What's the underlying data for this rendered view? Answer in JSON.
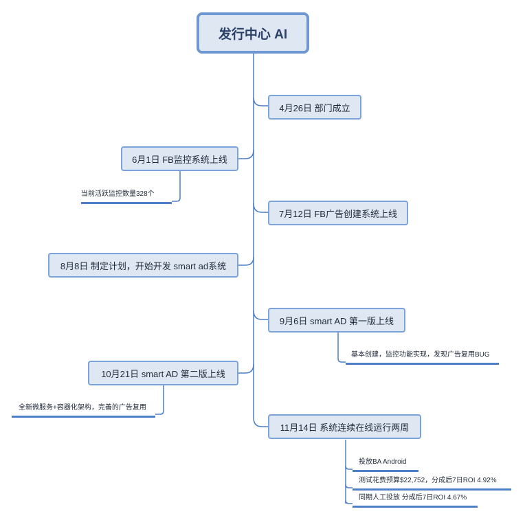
{
  "root": {
    "title": "发行中心 AI"
  },
  "milestones": [
    {
      "label": "4月26日 部门成立"
    },
    {
      "label": "6月1日 FB监控系统上线"
    },
    {
      "label": "7月12日 FB广告创建系统上线"
    },
    {
      "label": "8月8日 制定计划，开始开发 smart ad系统"
    },
    {
      "label": "9月6日 smart AD 第一版上线"
    },
    {
      "label": "10月21日 smart AD 第二版上线"
    },
    {
      "label": "11月14日 系统连续在线运行两周"
    }
  ],
  "notes": [
    {
      "text": "当前活跃监控数量328个"
    },
    {
      "text": "基本创建，监控功能实现，发现广告复用BUG"
    },
    {
      "text": "全新微服务+容器化架构，完善的广告复用"
    },
    {
      "text": "投放BA Android"
    },
    {
      "text": "测试花费预算$22,752，分成后7日ROI 4.92%"
    },
    {
      "text": "同期人工投放 分成后7日ROI 4.67%"
    }
  ],
  "colors": {
    "node_fill": "#dfe7f3",
    "node_border": "#7aa3dc",
    "line": "#4d7fc8"
  }
}
